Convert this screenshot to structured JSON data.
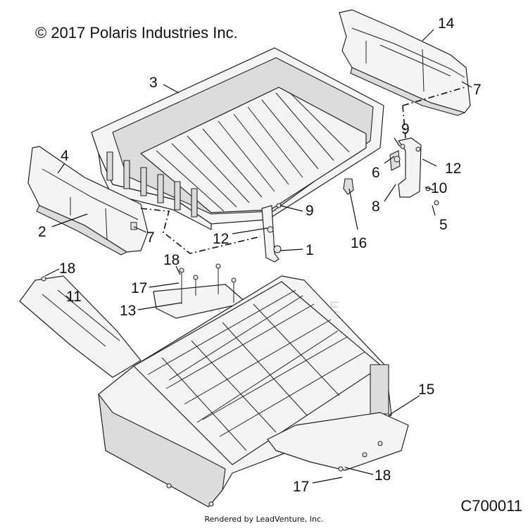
{
  "header": {
    "copyright": "© 2017 Polaris Industries Inc."
  },
  "footer": {
    "diagram_id": "C700011",
    "rendered_by": "Rendered by LeadVenture, Inc."
  },
  "watermark": {
    "text": "LEADVENTURE"
  },
  "callouts": {
    "c1": "1",
    "c2": "2",
    "c3": "3",
    "c4": "4",
    "c5": "5",
    "c6": "6",
    "c7a": "7",
    "c7b": "7",
    "c8": "8",
    "c9a": "9",
    "c9b": "9",
    "c10": "10",
    "c11": "11",
    "c12a": "12",
    "c12b": "12",
    "c13": "13",
    "c14": "14",
    "c15": "15",
    "c16": "16",
    "c17a": "17",
    "c17b": "17",
    "c18a": "18",
    "c18b": "18",
    "c18c": "18"
  }
}
